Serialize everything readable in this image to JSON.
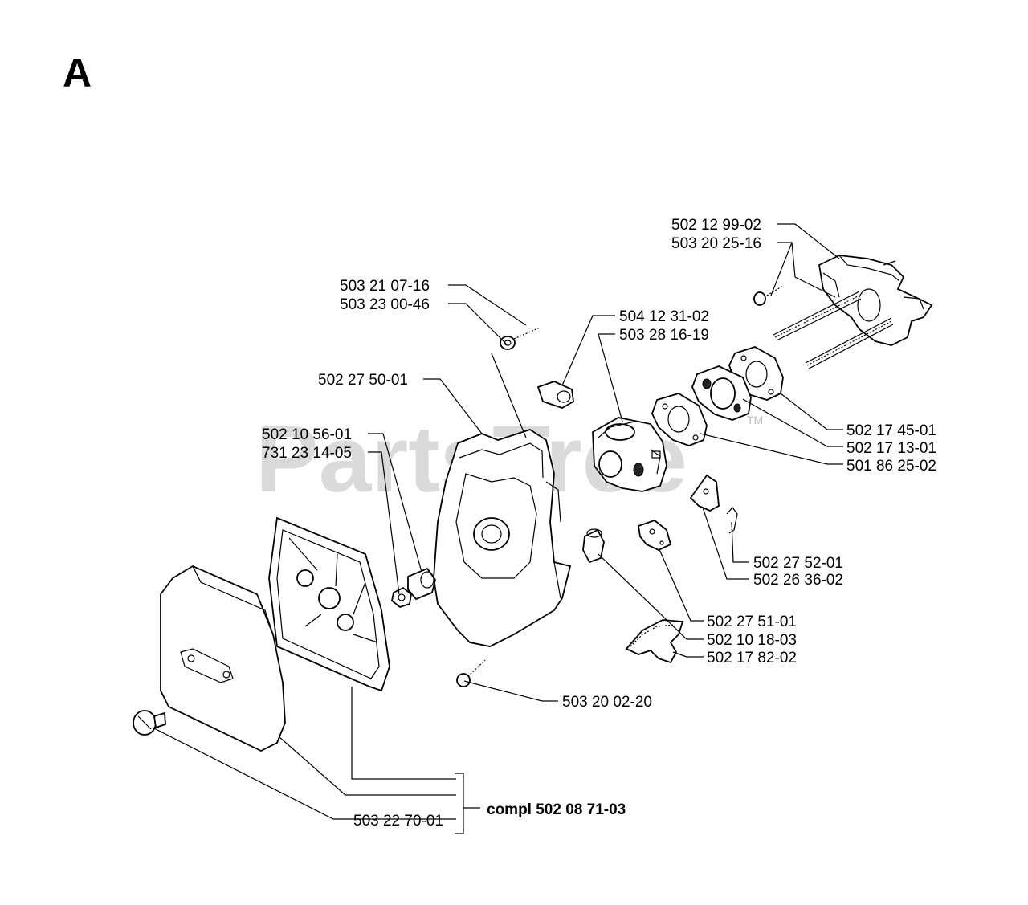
{
  "section_letter": "A",
  "watermark": "PartsTree",
  "watermark_tm": "TM",
  "parts": [
    {
      "id": "p1",
      "number": "502 12 99-02"
    },
    {
      "id": "p2",
      "number": "503 20 25-16"
    },
    {
      "id": "p3",
      "number": "503 21 07-16"
    },
    {
      "id": "p4",
      "number": "503 23 00-46"
    },
    {
      "id": "p5",
      "number": "504 12 31-02"
    },
    {
      "id": "p6",
      "number": "503 28 16-19"
    },
    {
      "id": "p7",
      "number": "502 27 50-01"
    },
    {
      "id": "p8",
      "number": "502 10 56-01"
    },
    {
      "id": "p9",
      "number": "731 23 14-05"
    },
    {
      "id": "p10",
      "number": "502 17 45-01"
    },
    {
      "id": "p11",
      "number": "502 17 13-01"
    },
    {
      "id": "p12",
      "number": "501 86 25-02"
    },
    {
      "id": "p13",
      "number": "502 27 52-01"
    },
    {
      "id": "p14",
      "number": "502 26 36-02"
    },
    {
      "id": "p15",
      "number": "502 27 51-01"
    },
    {
      "id": "p16",
      "number": "502 10 18-03"
    },
    {
      "id": "p17",
      "number": "502 17 82-02"
    },
    {
      "id": "p18",
      "number": "503 20 02-20"
    },
    {
      "id": "p19",
      "number": "503 22 70-01"
    }
  ],
  "kit_label": "compl 502 08 71-03"
}
